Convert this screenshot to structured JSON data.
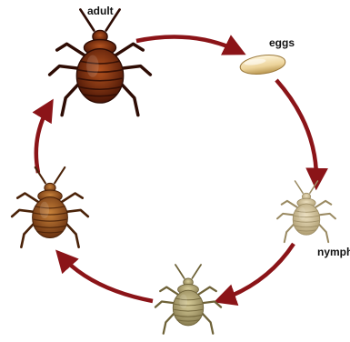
{
  "labels": {
    "adult": "adult",
    "eggs": "eggs",
    "nymph": "nymph"
  },
  "colors": {
    "arrow": "#8b1418",
    "adult_body": "#7a2a10",
    "adult_stripe": "#2e0c04",
    "egg": "#f0dca8",
    "nymph_late": "#a05a24",
    "nymph_mid": "#b4a778",
    "nymph_early": "#d8c8a2"
  },
  "stages": [
    "adult",
    "eggs",
    "nymph",
    "nymph",
    "nymph"
  ]
}
